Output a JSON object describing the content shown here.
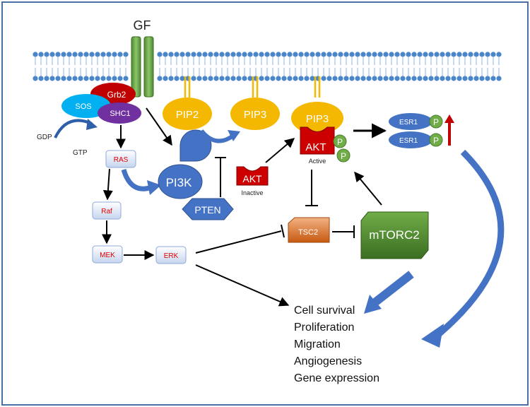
{
  "labels": {
    "gf": "GF",
    "grb2": "Grb2",
    "sos": "SOS",
    "shc1": "SHC1",
    "gdp": "GDP",
    "gtp": "GTP",
    "ras": "RAS",
    "raf": "Raf",
    "mek": "MEK",
    "erk": "ERK",
    "pi3k": "PI3K",
    "pten": "PTEN",
    "pip2": "PIP2",
    "pip3_mid": "PIP3",
    "pip3_right": "PIP3",
    "akt_inactive": "AKT",
    "inactive": "Inactive",
    "akt_active": "AKT",
    "active": "Active",
    "p": "P",
    "esr1": "ESR1",
    "tsc2": "TSC2",
    "mtorc2": "mTORC2"
  },
  "outcomes": [
    "Cell survival",
    "Proliferation",
    "Migration",
    "Angiogenesis",
    "Gene expression"
  ],
  "colors": {
    "frame": "#4a6fa5",
    "membrane_head": "#4a86c8",
    "receptor": "#6aa84f",
    "grb2": "#c00000",
    "sos": "#00b0f0",
    "shc1": "#7030a0",
    "pip": "#f5b800",
    "akt": "#cc0000",
    "blue_shape": "#4472c4",
    "p_circle": "#70ad47",
    "tsc2": "#ed7d31",
    "mtorc2": "#4f8a2c",
    "red_text": "#e00000"
  }
}
